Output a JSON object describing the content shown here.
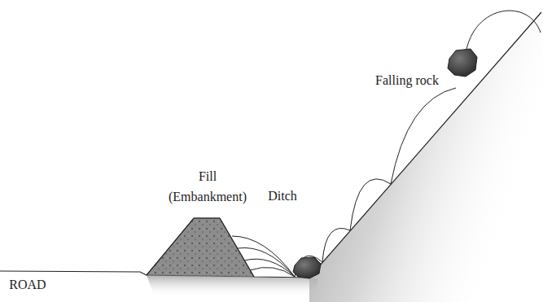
{
  "diagram": {
    "labels": [
      "Falling rock",
      "Fill (Embankment)",
      "Ditch",
      "ROAD"
    ]
  }
}
